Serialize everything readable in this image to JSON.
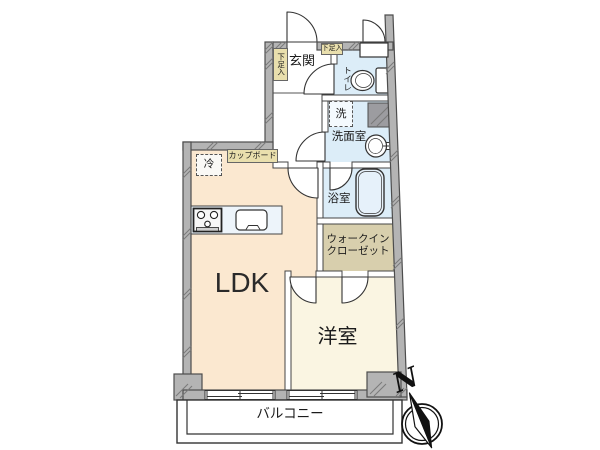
{
  "rooms": {
    "ldk": "LDK",
    "western_room": "洋室",
    "entrance": "玄関",
    "toilet": "トイレ",
    "washroom": "洗面室",
    "bathroom": "浴室",
    "walk_in_closet": {
      "line1": "ウォークイン",
      "line2": "クローゼット"
    },
    "balcony": "バルコニー"
  },
  "fixtures": {
    "shoe_cabinet_left": "下足入",
    "shoe_cabinet_top": "下足入",
    "cupboard": "カップボード",
    "refrigerator": "冷",
    "washer": "洗"
  },
  "compass": {
    "north": "N"
  },
  "colors": {
    "wall": "#b4b4b4",
    "wall_outline": "#4d4d4d",
    "water_room": "#dcedf8",
    "ldk_floor": "#fbe8d0",
    "western_floor": "#faf5e2",
    "closet_floor": "#d8cfad",
    "label_bg": "#e9dfad",
    "counter": "#edf4fa",
    "shaft": "#9c9ca0"
  }
}
